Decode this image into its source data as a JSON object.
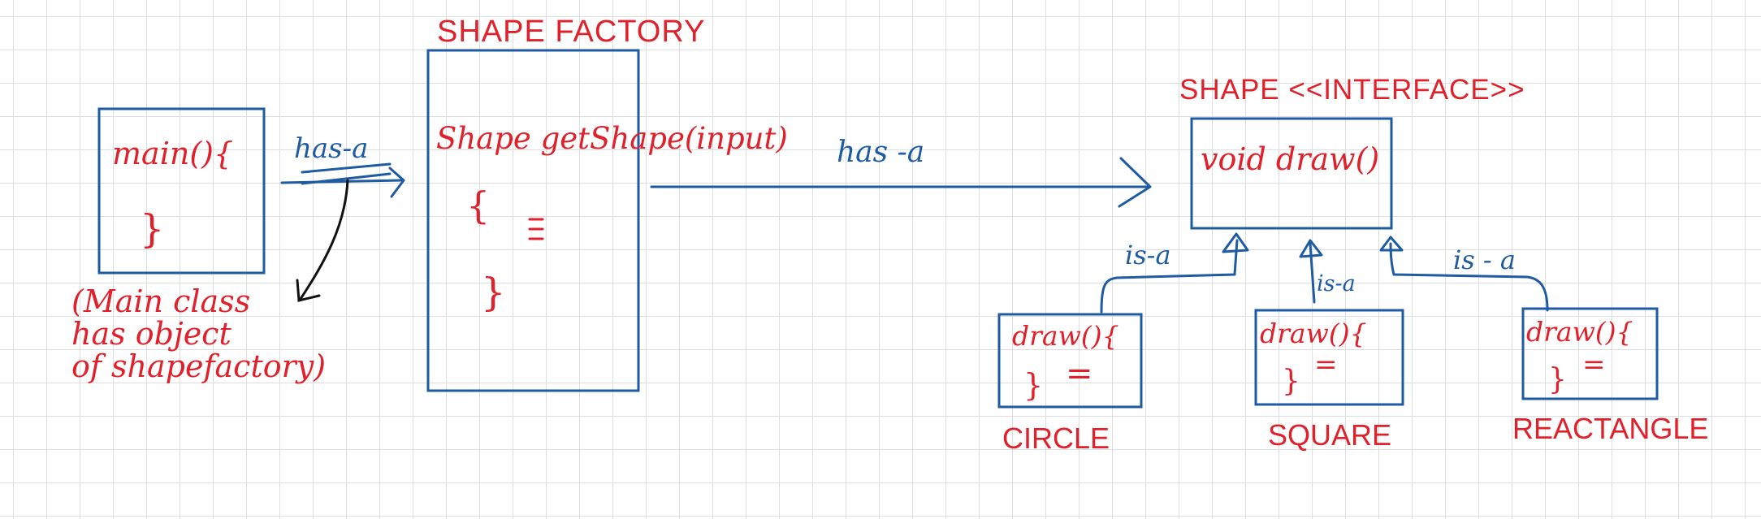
{
  "factory": {
    "title": "SHAPE FACTORY",
    "method": "Shape getShape(input)",
    "open_brace": "{",
    "body_marker": "=",
    "close_brace": "}"
  },
  "main": {
    "label": "main(){",
    "close_brace": "}",
    "note": "(Main class\nhas object\nof shapefactory)"
  },
  "interface": {
    "title": "SHAPE <<INTERFACE>>",
    "method": "void draw()"
  },
  "relations": {
    "main_to_factory": "has-a",
    "factory_to_interface": "has -a",
    "circle": "is-a",
    "square": "is-a",
    "rectangle": "is - a"
  },
  "implementations": [
    {
      "method": "draw(){",
      "body_marker": "=",
      "close_brace": "}",
      "label": "CIRCLE"
    },
    {
      "method": "draw(){",
      "body_marker": "=",
      "close_brace": "}",
      "label": "SQUARE"
    },
    {
      "method": "draw(){",
      "body_marker": "=",
      "close_brace": "}",
      "label": "REACTANGLE"
    }
  ],
  "colors": {
    "ink_red": "#e0202a",
    "ink_blue": "#1f5ba3",
    "grid": "#dedede"
  }
}
